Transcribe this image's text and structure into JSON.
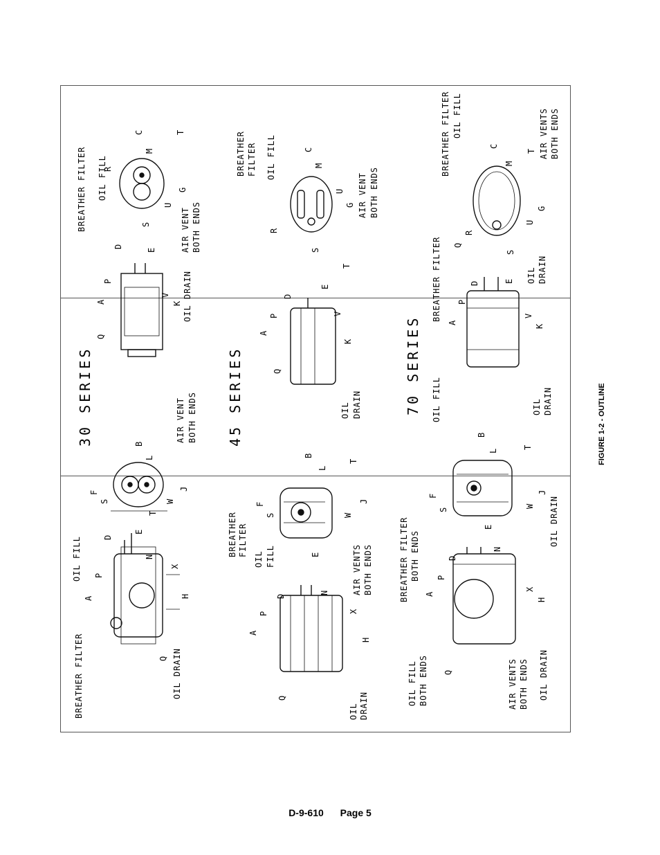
{
  "figure": {
    "caption": "FIGURE 1-2 - OUTLINE",
    "sections": [
      {
        "id": "30",
        "title": "30 SERIES",
        "views": {
          "side_left": [
            "BREATHER FILTER",
            "OIL FILL",
            "OIL DRAIN",
            "A",
            "P",
            "D",
            "E",
            "N",
            "X",
            "H",
            "Q"
          ],
          "end_left": [
            "F",
            "S",
            "B",
            "L",
            "W",
            "J",
            "T",
            "AIR VENT",
            "BOTH ENDS"
          ],
          "side_right": [
            "Q",
            "A",
            "P",
            "D",
            "E",
            "V",
            "K",
            "OIL DRAIN",
            "AIR VENT",
            "BOTH ENDS"
          ],
          "end_right": [
            "BREATHER FILTER",
            "OIL FILL",
            "R",
            "C",
            "M",
            "T",
            "G",
            "U",
            "S"
          ]
        }
      },
      {
        "id": "45",
        "title": "45 SERIES",
        "views": {
          "side_left": [
            "BREATHER",
            "FILTER",
            "OIL",
            "FILL",
            "A",
            "P",
            "D",
            "E",
            "N",
            "X",
            "H",
            "Q",
            "OIL",
            "DRAIN",
            "AIR VENTS",
            "BOTH ENDS"
          ],
          "end_left": [
            "F",
            "S",
            "B",
            "L",
            "W",
            "J",
            "T"
          ],
          "side_right": [
            "Q",
            "A",
            "P",
            "D",
            "E",
            "V",
            "K",
            "OIL",
            "DRAIN"
          ],
          "end_right": [
            "BREATHER",
            "FILTER",
            "OIL FILL",
            "R",
            "C",
            "M",
            "U",
            "G",
            "S",
            "T",
            "AIR VENT",
            "BOTH ENDS"
          ]
        }
      },
      {
        "id": "70",
        "title": "70 SERIES",
        "views": {
          "side_left": [
            "OIL FILL",
            "BOTH ENDS",
            "Q",
            "BREATHER FILTER",
            "BOTH ENDS",
            "A",
            "P",
            "D",
            "E",
            "N",
            "X",
            "H",
            "AIR VENTS",
            "BOTH ENDS",
            "OIL DRAIN",
            "OIL DRAIN"
          ],
          "end_left": [
            "F",
            "S",
            "B",
            "L",
            "W",
            "J",
            "T"
          ],
          "side_right": [
            "OIL FILL",
            "BREATHER FILTER",
            "A",
            "P",
            "D",
            "E",
            "V",
            "K",
            "OIL",
            "DRAIN",
            "OIL",
            "DRAIN"
          ],
          "end_right": [
            "BREATHER FILTER",
            "OIL FILL",
            "Q",
            "R",
            "S",
            "C",
            "M",
            "T",
            "U",
            "G",
            "AIR VENTS",
            "BOTH ENDS"
          ]
        }
      }
    ]
  },
  "footer": {
    "doc_number": "D-9-610",
    "page_label": "Page 5"
  }
}
